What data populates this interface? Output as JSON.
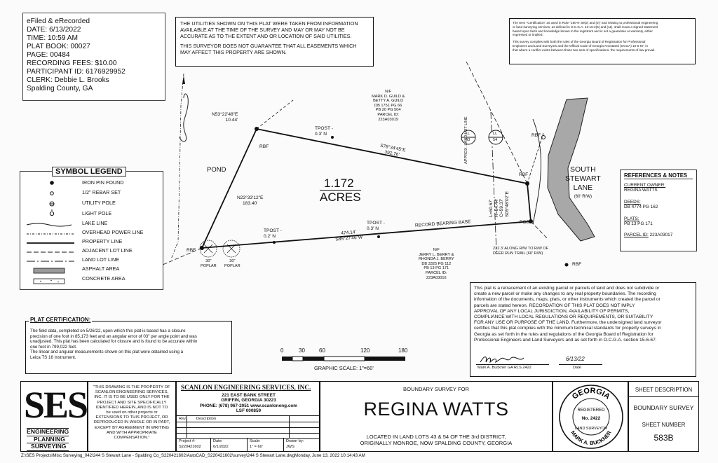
{
  "recording": {
    "lines": [
      "eFiled & eRecorded",
      "DATE: 6/13/2022",
      "TIME: 10:59 AM",
      "PLAT BOOK: 00027",
      "PAGE: 00484",
      "RECORDING FEES: $10.00",
      "PARTICIPANT ID: 6176929952",
      "CLERK: Debbie L. Brooks",
      "Spalding County, GA"
    ]
  },
  "utilities_note": {
    "p1": [
      "THE UTILITIES SHOWN ON THIS PLAT WERE TAKEN FROM INFORMATION",
      "AVAILABLE AT THE TIME OF THE SURVEY AND MAY OR MAY NOT BE",
      "ACCURATE AS TO THE EXTENT AND OR LOCATION OF SAID UTILITIES."
    ],
    "p2": [
      "THIS SURVEYOR DOES NOT GUARANTEE THAT ALL EASEMENTS WHICH",
      "MAY AFFECT THIS PROPERTY ARE SHOWN."
    ]
  },
  "certification_note": {
    "p1": [
      "The term \"Certification\" as used in Rule \"180-6-.09(2) and (3)\" and relating to professional engineering",
      "or land surveying services, as defined in O.C.G.A. 43-15-2(6) and (11), shall mean a signed statement",
      "based upon facts and knowledge known to the registrant and is not a guarantee or warranty, either",
      "expressed or implied."
    ],
    "p2": [
      "This survey complies with both the rules of the Georgia Board of Registration for Professional",
      "Engineers and Land Surveyors and the Official Code of Georgia Annotated (OCGA) 15-6-67, in",
      "that where a conflict exists between those two sets of specifications, the requirements of law prevail."
    ]
  },
  "legend": {
    "title": "SYMBOL LEGEND",
    "items": [
      "IRON PIN FOUND",
      "1/2\" REBAR SET",
      "UTILITY POLE",
      "LIGHT POLE",
      "LAKE LINE",
      "OVERHEAD POWER LINE",
      "PROPERTY LINE",
      "ADJACENT LOT LINE",
      "LAND LOT LINE",
      "ASPHALT AREA",
      "CONCRETE AREA"
    ]
  },
  "references": {
    "title": "REFERENCES & NOTES",
    "current_owner_label": "CURRENT OWNER:",
    "current_owner": "REGINA WATTS",
    "deeds_label": "DEEDS:",
    "deeds": "DB 4774   PG 162",
    "plats_label": "PLATS:",
    "plats": "PB 13   PG 171",
    "parcel_label": "PARCEL ID:",
    "parcel": "223A03017"
  },
  "plat_map": {
    "area_value": "1.172",
    "area_unit": "ACRES",
    "pond": "POND",
    "road": [
      "SOUTH",
      "STEWART",
      "LANE",
      "(60' R/W)"
    ],
    "north_adjacent": [
      "N/F",
      "MARK D. GUILD &",
      "BETTY A. GUILD",
      "DB 1751   PG 66",
      "PB 20   PG 504",
      "PARCEL ID:",
      "223A03019"
    ],
    "south_adjacent": [
      "N/F",
      "JERRY L. BERRY &",
      "RHONDA J. BERRY",
      "DB 3325   PG 112",
      "PB 13   PG 171",
      "PARCEL ID:",
      "223A03016"
    ],
    "bearing_nw_1": "N53°22'48\"E",
    "bearing_nw_2": "10.44'",
    "bearing_north_1": "S78°34'45\"E",
    "bearing_north_2": "392.76'",
    "bearing_west_1": "N23°33'12\"E",
    "bearing_west_2": "183.40'",
    "bearing_south_1": "474.14'",
    "bearing_south_2": "S85°27'46\"W",
    "curve": [
      "L=60.67'",
      "R=84.44'",
      "C=59.37'",
      "S05°48'02\"E"
    ],
    "tpost_1": [
      "TPOST -",
      "0.3' N"
    ],
    "tpost_2": [
      "TPOST -",
      "0.2' N"
    ],
    "tpost_3": [
      "TPOST -",
      "0.3' N"
    ],
    "record_base": "RECORD BEARING BASE",
    "rbf": "RBF",
    "pob": "POB",
    "land_lot_line": "APPROX. LAND LOT LINE",
    "ll_43": "43",
    "ll_54": "54",
    "ll_prefix": "LL",
    "poplar_1": [
      "30\"",
      "POPLAR"
    ],
    "poplar_2": [
      "30\"",
      "POPLAR"
    ],
    "tie_note": [
      "232.3' ALONG R/W TO R/W OF",
      "DEER RUN TRAIL (60' R/W)"
    ]
  },
  "disclaimer": {
    "lines": [
      "This  plat is a retracement of an existing parcel or parcels of land and does not subdivide or",
      "create a new parcel or make any changes to any real property boundaries.  The recording",
      "information of the documents, maps, plats, or other instruments which created the parcel or",
      "parcels are stated hereon.  RECORDATION OF THIS PLAT DOES NOT IMPLY",
      "APPROVAL OF ANY LOCAL JURISDICTION, AVAILABILITY OF PERMITS,",
      "COMPLIANCE WITH LOCAL REGULATIONS OR REQUIREMENTS, OR SUITABILITY",
      "FOR ANY USE OR PURPOSE OF THE LAND.  Furthermore, the undersigned land surveyor",
      "certifies that this plat complies with the minimum technical standards for property surveys in",
      "Georgia as set forth in the rules and regulations of the Georgia Board of Registration for",
      "Professional Engineers and Land Surveyors and as set forth in O.C.G.A. section 15-6-67."
    ],
    "signer": "Mark A. Buckner GA RLS 2422",
    "date_label": "Date",
    "date_value": "6/13/22"
  },
  "plat_certification": {
    "title": "PLAT CERTIFICATION:",
    "lines": [
      "The field data, completed on 5/26/22, upon which this plat is based has a closure",
      "precision of one foot in 85,173 feet and an angular error of 03\" per angle point and was",
      "unadjusted. This plat has been calculated for closure and is found to be accurate within",
      "one foot in 799,022 feet.",
      "The linear and angular measurements shown on this plat were obtained using a",
      "Leica TS 16 Instrument."
    ]
  },
  "scale": {
    "ticks": [
      "0",
      "30",
      "60",
      "120",
      "180"
    ],
    "caption": "GRAPHIC SCALE: 1\"=60'"
  },
  "title_block": {
    "logo": "SES",
    "logo_sub": [
      "ENGINEERING",
      "PLANNING",
      "SURVEYING"
    ],
    "property_notice": [
      "\"THIS DRAWING IS THE PROPERTY OF",
      "SCANLON ENGINEERING SERVICES,",
      "INC. IT IS TO BE USED ONLY FOR THE",
      "PROJECT AND SITE SPECIFICALLY",
      "IDENTIFIED HEREIN, AND IS NOT TO",
      "be used on other projects or",
      "EXTENSIONS TO THIS PROJECT, OR",
      "REPRODUCED IN WHOLE OR IN PART,",
      "EXCEPT BY AGREEMENT IN WRITING",
      "AND WITH APPROPRIATE",
      "COMPENSATION.\""
    ],
    "firm_name": "SCANLON ENGINEERING SERVICES, INC.",
    "firm_address": [
      "221 EAST BANK STREET",
      "GRIFFIN,  GEORGIA  30223",
      "PHONE: (678) 967-2051   www.scanloneng.com",
      "LSF 000859"
    ],
    "rev_header": [
      "Rev.",
      "Description"
    ],
    "project_label": "Project #:",
    "project_value": "S220421602",
    "date_label": "Date:",
    "date_value": "6/1/2022",
    "scale_label": "Scale:",
    "scale_value": "1\" = 60'",
    "drawn_label": "Drawn by:",
    "drawn_value": "JWS",
    "survey_for": "BOUNDARY SURVEY FOR",
    "client": "REGINA WATTS",
    "location": [
      "LOCATED IN LAND LOTS 43 & 54 OF THE 3rd DISTRICT,",
      "ORIGINALLY MONROE, NOW SPALDING COUNTY, GEORGIA"
    ],
    "seal": {
      "top": "GEORGIA",
      "registered": "REGISTERED",
      "number": "No. 2422",
      "bottom": "LAND SURVEYOR",
      "name": "MARK A. BUCKNER"
    },
    "sheet_desc_label": "SHEET DESCRIPTION",
    "sheet_desc": "BOUNDARY SURVEY",
    "sheet_number_label": "SHEET NUMBER",
    "sheet_number": "583B"
  },
  "footer_path": "Z:\\SES Projects\\Misc Surveying_042\\244 S Stewart Lane - Spalding Co_S220421602\\AutoCAD_S220421602\\survey\\244 S Stewart Lane.dwgMonday, June 13, 2022 10:14:43 AM"
}
